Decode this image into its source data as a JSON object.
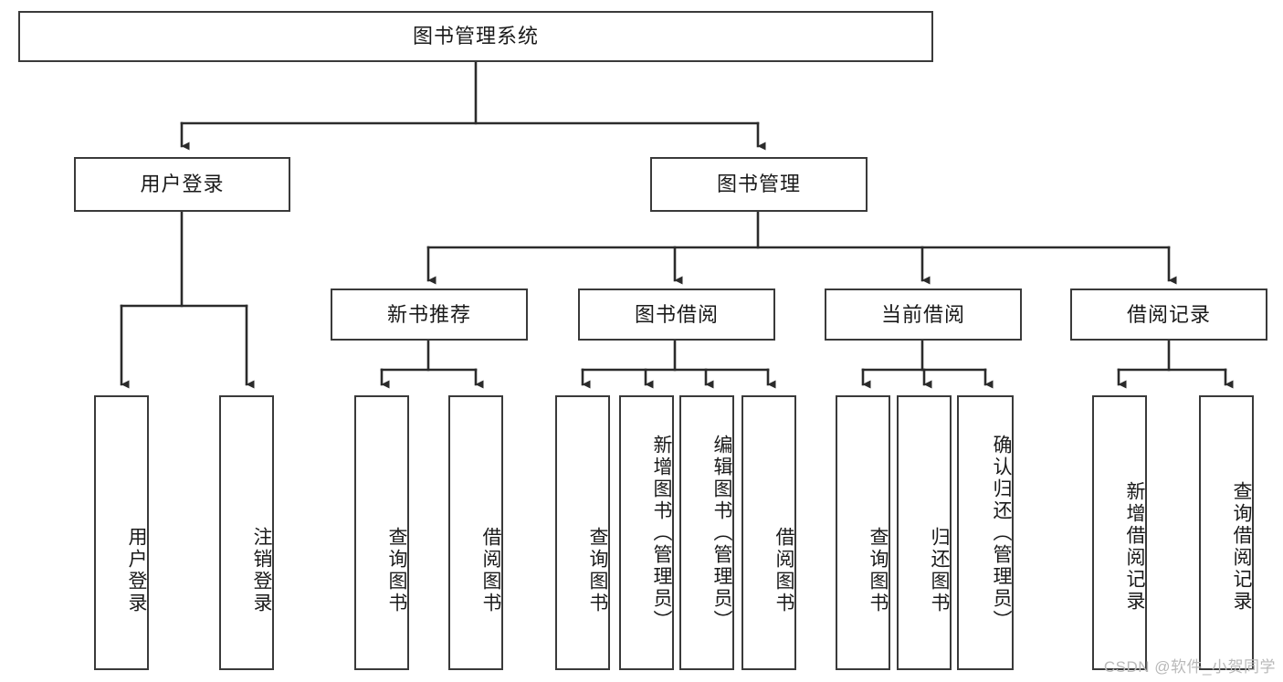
{
  "diagram": {
    "title": "图书管理系统",
    "watermark": "CSDN @软件_小贺同学",
    "colors": {
      "box_border": "#3a3a3a",
      "box_fill": "#ffffff",
      "connector": "#2b2b2b",
      "text": "#1a1a1a",
      "watermark": "#b9b9b9"
    },
    "root": {
      "label": "图书管理系统"
    },
    "level2": [
      {
        "id": "user-login",
        "label": "用户登录"
      },
      {
        "id": "book-manage",
        "label": "图书管理"
      }
    ],
    "level3": [
      {
        "id": "new-book-recommend",
        "label": "新书推荐"
      },
      {
        "id": "book-borrow",
        "label": "图书借阅"
      },
      {
        "id": "current-borrow",
        "label": "当前借阅"
      },
      {
        "id": "borrow-record",
        "label": "借阅记录"
      }
    ],
    "leaves": {
      "user_login": [
        {
          "id": "leaf-user-login",
          "label": "用户登录"
        },
        {
          "id": "leaf-logout",
          "label": "注销登录"
        }
      ],
      "new_book_recommend": [
        {
          "id": "leaf-query-book-1",
          "label": "查询图书"
        },
        {
          "id": "leaf-borrow-book-1",
          "label": "借阅图书"
        }
      ],
      "book_borrow": [
        {
          "id": "leaf-query-book-2",
          "label": "查询图书"
        },
        {
          "id": "leaf-add-book",
          "label": "新增图书（管理员）"
        },
        {
          "id": "leaf-edit-book",
          "label": "编辑图书（管理员）"
        },
        {
          "id": "leaf-borrow-book-2",
          "label": "借阅图书"
        }
      ],
      "current_borrow": [
        {
          "id": "leaf-query-book-3",
          "label": "查询图书"
        },
        {
          "id": "leaf-return-book",
          "label": "归还图书"
        },
        {
          "id": "leaf-confirm-return",
          "label": "确认归还（管理员）"
        }
      ],
      "borrow_record": [
        {
          "id": "leaf-add-record",
          "label": "新增借阅记录"
        },
        {
          "id": "leaf-query-record",
          "label": "查询借阅记录"
        }
      ]
    }
  }
}
